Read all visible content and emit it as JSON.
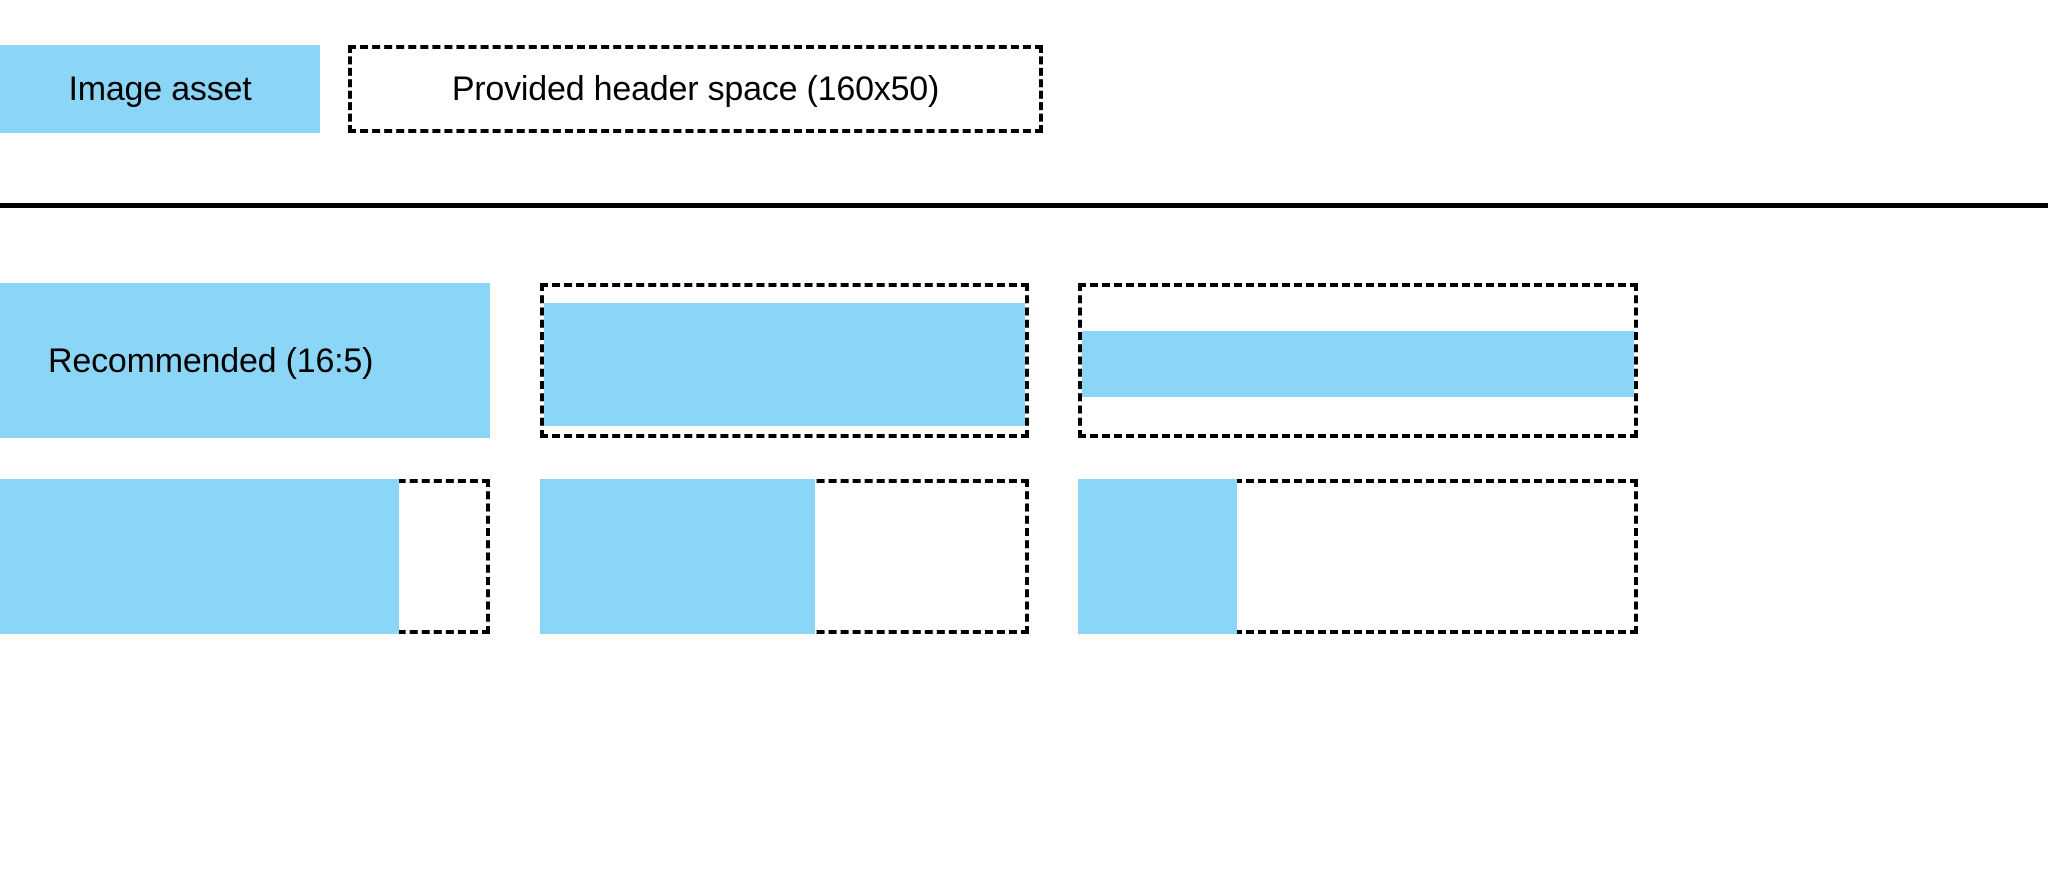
{
  "page": {
    "background_color": "#FFFFFF",
    "accent_fill_color": "#8BD5F7",
    "outline_color": "#000000"
  },
  "header": {
    "swatch_label": "Image asset",
    "provided_space_label": "Provided header space (160x50)"
  },
  "divider": {
    "present": true
  },
  "ratio_grid": {
    "rows": [
      {
        "cells": [
          {
            "label": "Recommended (16:5)",
            "fill": "full"
          },
          {
            "label": "",
            "fill": "inset-vertical"
          },
          {
            "label": "",
            "fill": "band-horizontal"
          }
        ]
      },
      {
        "cells": [
          {
            "label": "",
            "fill": "left-wide"
          },
          {
            "label": "",
            "fill": "left-medium"
          },
          {
            "label": "",
            "fill": "left-narrow"
          }
        ]
      }
    ]
  }
}
